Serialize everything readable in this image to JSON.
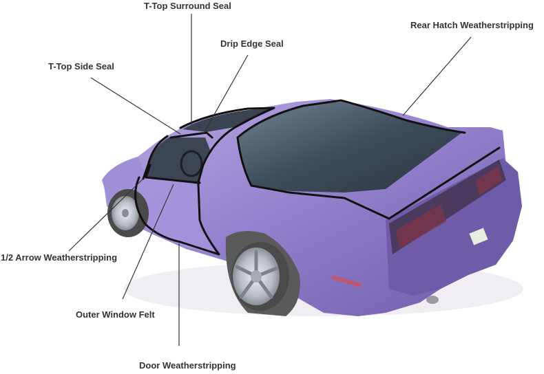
{
  "labels": {
    "t_top_surround_seal": "T-Top Surround Seal",
    "rear_hatch_weatherstripping": "Rear Hatch Weatherstripping",
    "drip_edge_seal": "Drip Edge Seal",
    "t_top_side_seal": "T-Top Side Seal",
    "half_arrow_weatherstripping": "1/2 Arrow Weatherstripping",
    "outer_window_felt": "Outer Window Felt",
    "door_weatherstripping": "Door Weatherstripping"
  },
  "colors": {
    "car_body": "#8e7bc9",
    "car_body_light": "#b4a6e0",
    "car_body_dark": "#6c5aa6",
    "glass": "#3d4a58",
    "seal_line": "#111111",
    "leader_line": "#333333",
    "label_text": "#333333",
    "tire": "#5a5a5a",
    "rim": "#c9ccd2"
  }
}
